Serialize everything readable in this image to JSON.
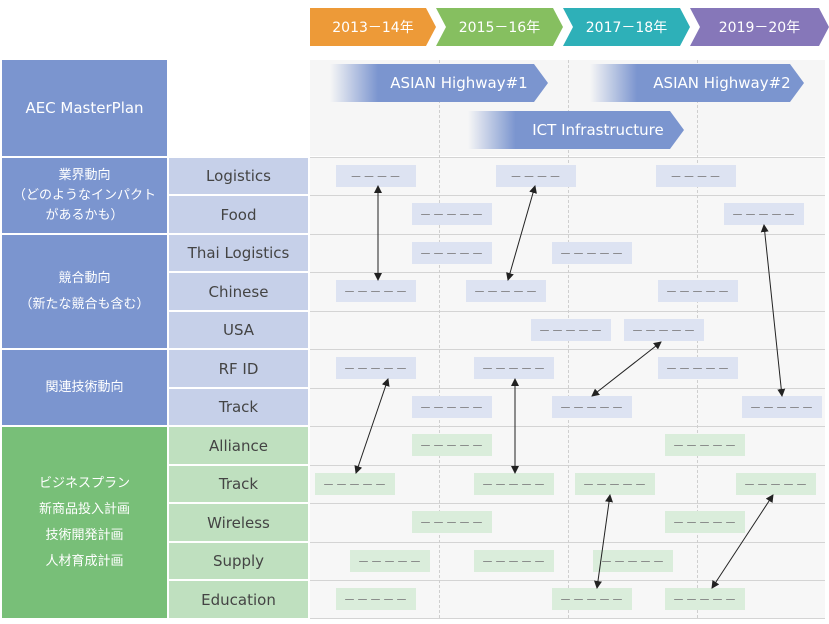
{
  "periods": [
    {
      "label": "2013－14年",
      "color": "#ed9a38"
    },
    {
      "label": "2015－16年",
      "color": "#86bf60"
    },
    {
      "label": "2017－18年",
      "color": "#2eb0b8"
    },
    {
      "label": "2019－20年",
      "color": "#8677b9"
    }
  ],
  "categories": {
    "aec": "AEC MasterPlan",
    "industry": [
      "業界動向",
      "（どのようなインパクト",
      "があるかも）"
    ],
    "competition": [
      "競合動向",
      "（新たな競合も含む）"
    ],
    "tech": "関連技術動向",
    "business": [
      "ビジネスプラン",
      "新商品投入計画",
      "技術開発計画",
      "人材育成計画"
    ]
  },
  "subcategories": {
    "logistics": "Logistics",
    "food": "Food",
    "thai_logistics": "Thai Logistics",
    "chinese": "Chinese",
    "usa": "USA",
    "rfid": "RF ID",
    "track_tech": "Track",
    "alliance": "Alliance",
    "track_biz": "Track",
    "wireless": "Wireless",
    "supply": "Supply",
    "education": "Education"
  },
  "roadmap_arrows": {
    "highway1": "ASIAN Highway#1",
    "highway2": "ASIAN Highway#2",
    "ict": "ICT Infrastructure"
  },
  "placeholder": "－－－－－",
  "placeholder_short": "－－－－",
  "colors": {
    "aec_blue": "#7b95cf",
    "category_blue": "#7b95cf",
    "sub_blue": "#c6d0e9",
    "category_green": "#78bf78",
    "sub_green": "#bfe0bf",
    "box_blue": "#dde3f2",
    "box_green": "#daeddb"
  }
}
